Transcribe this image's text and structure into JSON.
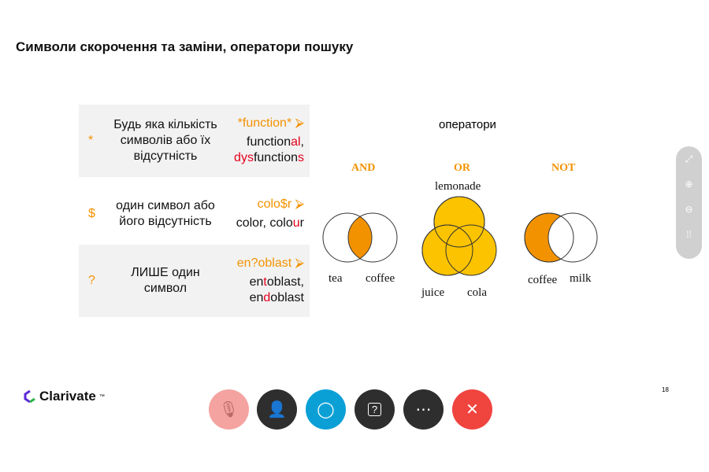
{
  "title": "Символи скорочення та заміни, оператори пошуку",
  "rows": [
    {
      "symbol": "*",
      "desc": "Будь яка кількість символів або їх відсутність",
      "query": "*function*",
      "examples": [
        [
          [
            "function",
            ""
          ],
          [
            "al",
            "r"
          ],
          [
            ",",
            ""
          ]
        ],
        [
          [
            "dys",
            "r"
          ],
          [
            "function",
            ""
          ],
          [
            "s",
            "r"
          ]
        ]
      ]
    },
    {
      "symbol": "$",
      "desc": "один символ або його відсутність",
      "query": "colo$r",
      "examples": [
        [
          [
            "color, colo",
            ""
          ],
          [
            "u",
            "r"
          ],
          [
            "r",
            ""
          ]
        ]
      ]
    },
    {
      "symbol": "?",
      "desc": "ЛИШЕ один символ",
      "query": "en?oblast",
      "examples": [
        [
          [
            "en",
            ""
          ],
          [
            "t",
            "r"
          ],
          [
            "oblast,",
            ""
          ]
        ],
        [
          [
            "en",
            ""
          ],
          [
            "d",
            "r"
          ],
          [
            "oblast",
            ""
          ]
        ]
      ]
    }
  ],
  "operators": {
    "heading": "оператори",
    "and": {
      "label": "AND",
      "left": "tea",
      "right": "coffee"
    },
    "or": {
      "label": "OR",
      "top": "lemonade",
      "left": "juice",
      "right": "cola"
    },
    "not": {
      "label": "NOT",
      "left": "coffee",
      "right": "milk"
    }
  },
  "colors": {
    "orange": "#f39200",
    "yellow": "#fbc300",
    "red": "#e3001b"
  },
  "logo": "Clarivate",
  "page_number": "18",
  "toolbar": [
    "mic-muted",
    "participants",
    "chat",
    "qa",
    "more",
    "leave"
  ]
}
